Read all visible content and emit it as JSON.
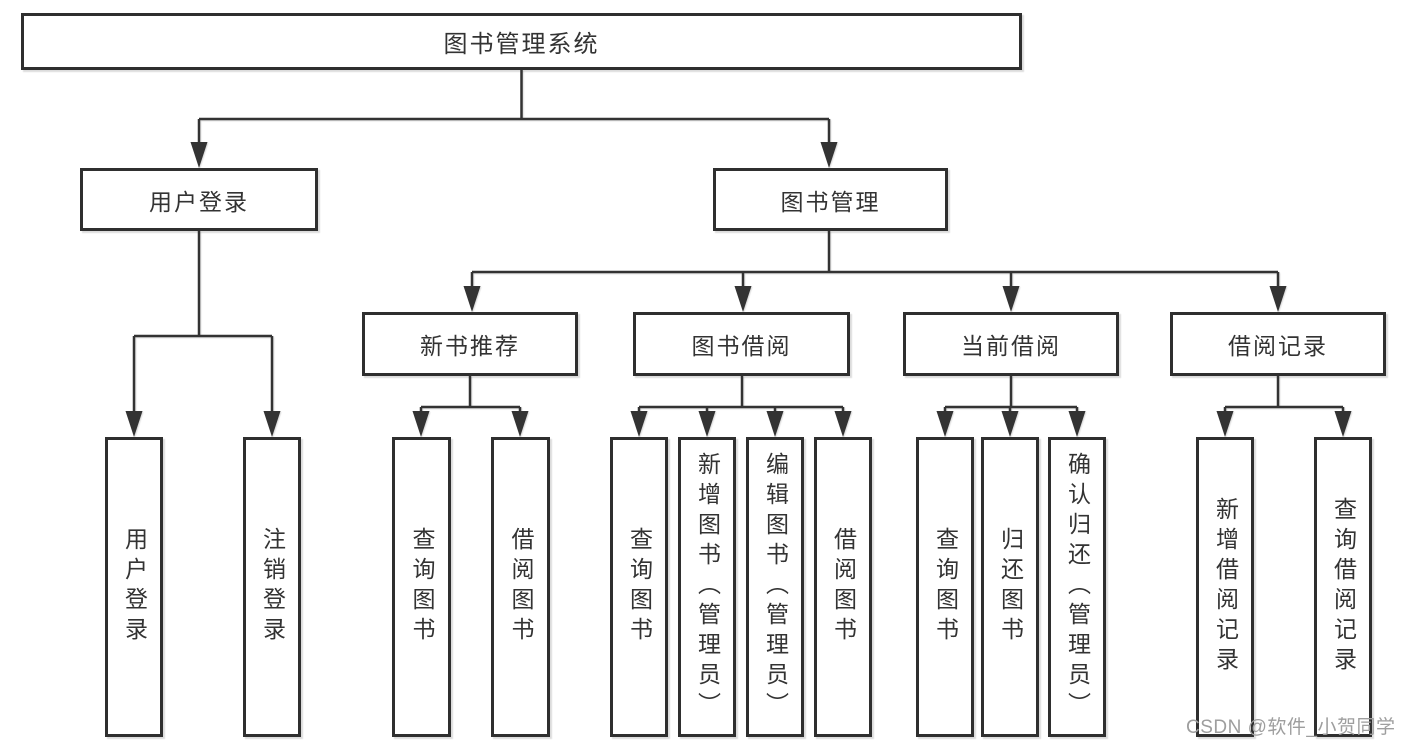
{
  "colors": {
    "line": "#333333",
    "box_border": "#2f2f2f",
    "text": "#333333",
    "watermark": "#9e9e9e",
    "background": "#ffffff"
  },
  "root": {
    "label": "图书管理系统"
  },
  "level2": {
    "user_login": {
      "label": "用户登录"
    },
    "book_mgmt": {
      "label": "图书管理"
    }
  },
  "level3": {
    "new_books": {
      "label": "新书推荐"
    },
    "borrowing": {
      "label": "图书借阅"
    },
    "current": {
      "label": "当前借阅"
    },
    "records": {
      "label": "借阅记录"
    }
  },
  "leaves": {
    "user_login": [
      "用户登录",
      "注销登录"
    ],
    "new_books": [
      "查询图书",
      "借阅图书"
    ],
    "borrowing": [
      "查询图书",
      "新增图书（管理员）",
      "编辑图书（管理员）",
      "借阅图书"
    ],
    "current": [
      "查询图书",
      "归还图书",
      "确认归还（管理员）"
    ],
    "records": [
      "新增借阅记录",
      "查询借阅记录"
    ]
  },
  "watermark": {
    "text": "CSDN @软件_小贺同学"
  }
}
